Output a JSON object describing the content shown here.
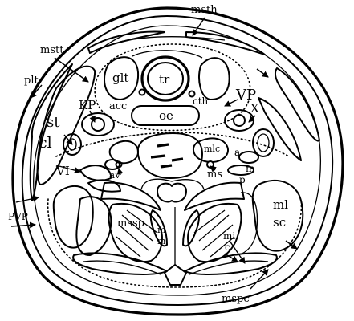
{
  "labels": {
    "msth": "msth",
    "mstt": "mstt",
    "plt": "plt",
    "glt": "glt",
    "tr": "tr",
    "VP": "VP",
    "KP": "KP",
    "acc": "acc",
    "cth": "cth",
    "oe": "oe",
    "X": "X",
    "st": "st",
    "cl": "cl",
    "mlc": "mlc",
    "a": "a",
    "m": "m",
    "VI": "VI",
    "av": "av",
    "ms": "ms",
    "p": "p",
    "ml": "ml",
    "sc": "sc",
    "PVP": "PVP",
    "mssp": "mssp",
    "m1": "m",
    "m2": "m",
    "mi": "mi",
    "c": "c",
    "mspc": "mspc"
  }
}
